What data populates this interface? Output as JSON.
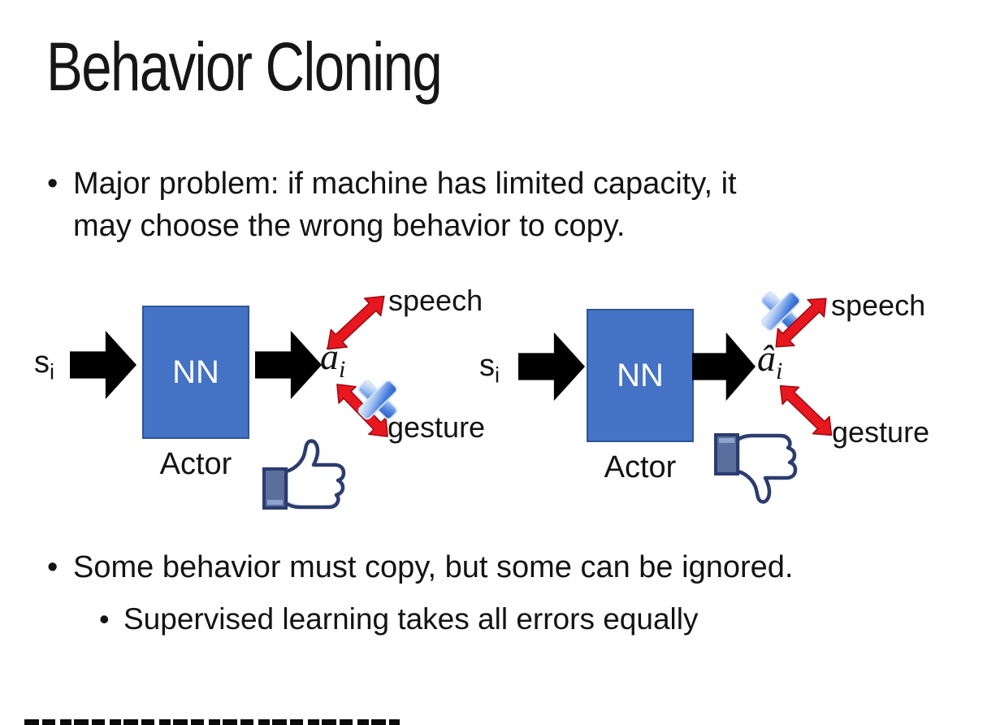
{
  "slide": {
    "title": "Behavior Cloning",
    "bullets": {
      "major_line1": "Major problem: if machine has limited capacity, it",
      "major_line2": "may choose the wrong behavior to copy.",
      "dot": "•",
      "some": "Some behavior must copy, but some can be ignored.",
      "supervised": "Supervised learning takes all errors equally"
    }
  },
  "diagrams": {
    "left": {
      "input": "s",
      "input_sub": "i",
      "nn": "NN",
      "output": "â",
      "output_sub": "i",
      "actor": "Actor",
      "speech": "speech",
      "gesture": "gesture",
      "crossed_out": "gesture",
      "feedback_icon": "thumbs-up-icon"
    },
    "right": {
      "input": "s",
      "input_sub": "i",
      "nn": "NN",
      "output": "â",
      "output_sub": "i",
      "actor": "Actor",
      "speech": "speech",
      "gesture": "gesture",
      "crossed_out": "speech",
      "feedback_icon": "thumbs-down-icon"
    }
  },
  "colors": {
    "text": "#131313",
    "nn_box": "#4472C4",
    "nn_box_border": "#2F5597",
    "arrow_black": "#000000",
    "arrow_red": "#E8161E",
    "arrow_red_edge": "#9E0B12",
    "cross_blue": "#3A6FD8",
    "thumb_outline": "#2B3C6E",
    "thumb_cuff": "#5B6F9E"
  }
}
